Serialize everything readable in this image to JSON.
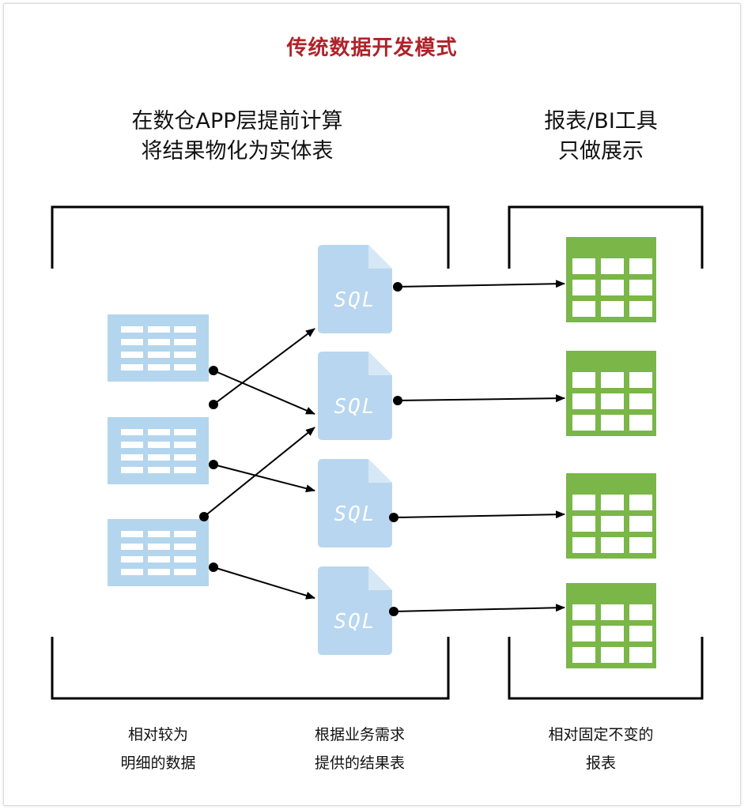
{
  "title": "传统数据开发模式",
  "left_heading": [
    "在数仓APP层提前计算",
    "将结果物化为实体表"
  ],
  "right_heading": [
    "报表/BI工具",
    "只做展示"
  ],
  "sql_label": "SQL",
  "captions": {
    "source": [
      "相对较为",
      "明细的数据"
    ],
    "middle": [
      "根据业务需求",
      "提供的结果表"
    ],
    "reports": [
      "相对固定不变的",
      "报表"
    ]
  },
  "colors": {
    "title": "#b0222a",
    "source_table": "#b4d5ee",
    "sql_doc": "#b8d6ef",
    "report_table": "#7ab648",
    "line": "#000000"
  }
}
